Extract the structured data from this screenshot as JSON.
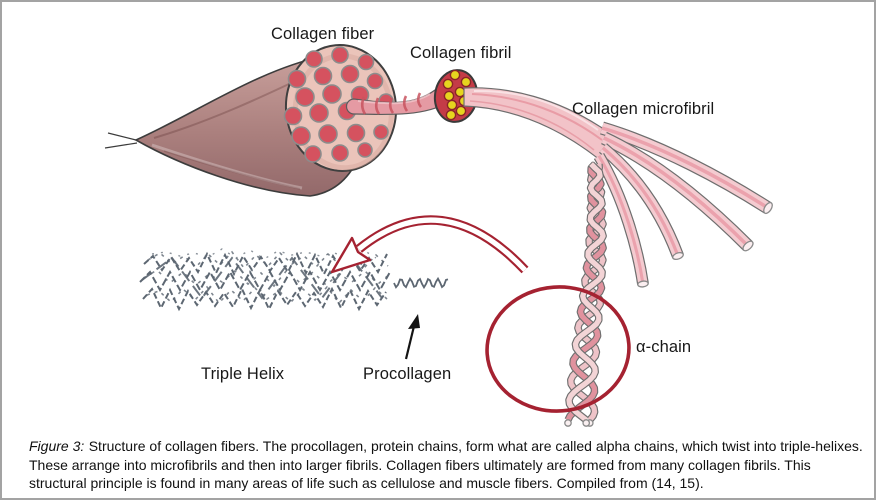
{
  "figure": {
    "labels": {
      "collagen_fiber": "Collagen fiber",
      "collagen_fibril": "Collagen fibril",
      "collagen_microfibril": "Collagen microfibril",
      "alpha_chain": "α-chain",
      "triple_helix": "Triple Helix",
      "procollagen": "Procollagen"
    },
    "caption": {
      "prefix": "Figure 3:",
      "body": "Structure of collagen fibers. The procollagen, protein chains, form what are called alpha chains, which twist into triple-helixes. These arrange into microfibrils and then into larger fibrils. Collagen fibers ultimately are formed from many collagen fibrils. This structural principle is found in many areas of life such as cellulose and muscle fibers. Compiled from (14, 15)."
    },
    "colors": {
      "accent_red": "#a52231",
      "fiber_fill": "#ebc4ba",
      "fibril_red": "#d5525f",
      "dot_yellow": "#e6d51f",
      "sketch_gray": "#5d6772",
      "tube_pink": "#f4cbd0",
      "horn_mauve": "#aa7f7d"
    }
  }
}
